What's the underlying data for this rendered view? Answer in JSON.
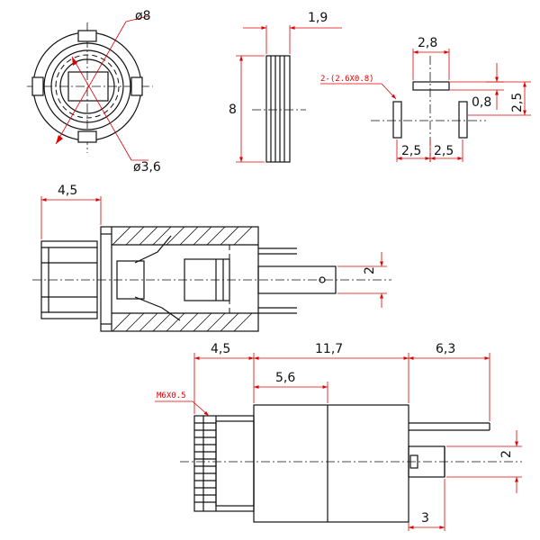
{
  "top_left_view": {
    "outer_diameter": "ø8",
    "inner_diameter": "ø3,6"
  },
  "side_nut_view": {
    "thickness": "1,9",
    "height": "8"
  },
  "pcb_layout": {
    "hole_note": "2-(2.6X0.8)",
    "top_width": "2,8",
    "pitch_left": "2,5",
    "pitch_right": "2,5",
    "slot_width": "0,8",
    "vertical_pitch": "2,5"
  },
  "section_view": {
    "front_length": "4,5",
    "pin_offset": "2"
  },
  "bottom_view": {
    "thread_length": "4,5",
    "body_length": "11,7",
    "pin_length": "6,3",
    "inner_length": "5,6",
    "thread_spec": "M6X0.5",
    "pin_offset": "2",
    "pin_pitch": "3"
  },
  "colors": {
    "dimension": "#e00000",
    "outline": "#111111",
    "background": "#ffffff"
  }
}
